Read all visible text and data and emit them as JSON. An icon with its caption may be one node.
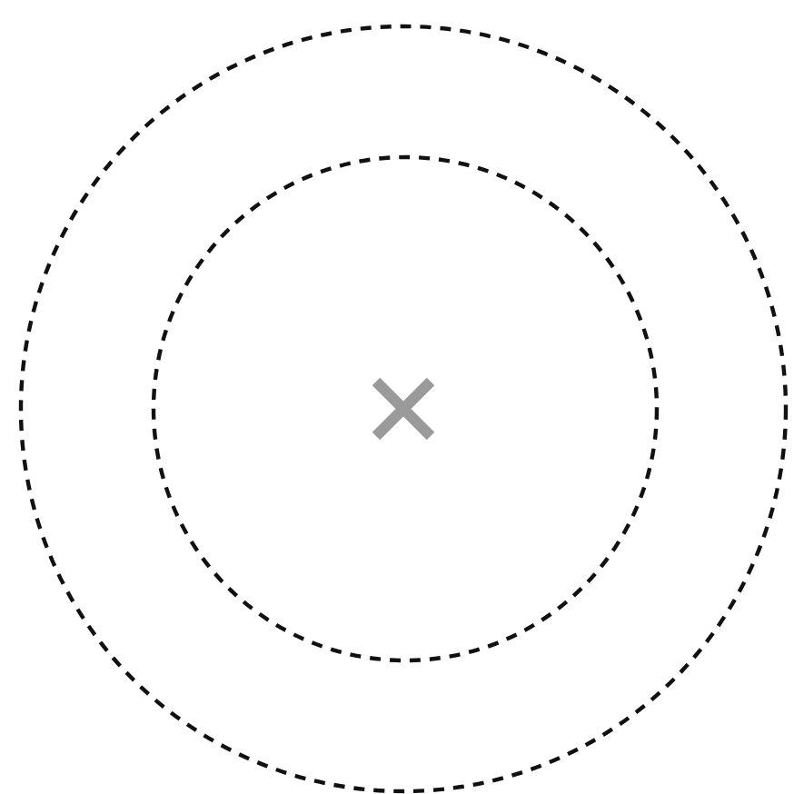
{
  "diagram": {
    "nodes": [
      {
        "text": [],
        "shape": "circle"
      },
      {
        "text": [],
        "shape": "circle",
        "in": 0
      },
      {
        "text": [],
        "shape": "cross",
        "in": 1
      }
    ]
  }
}
